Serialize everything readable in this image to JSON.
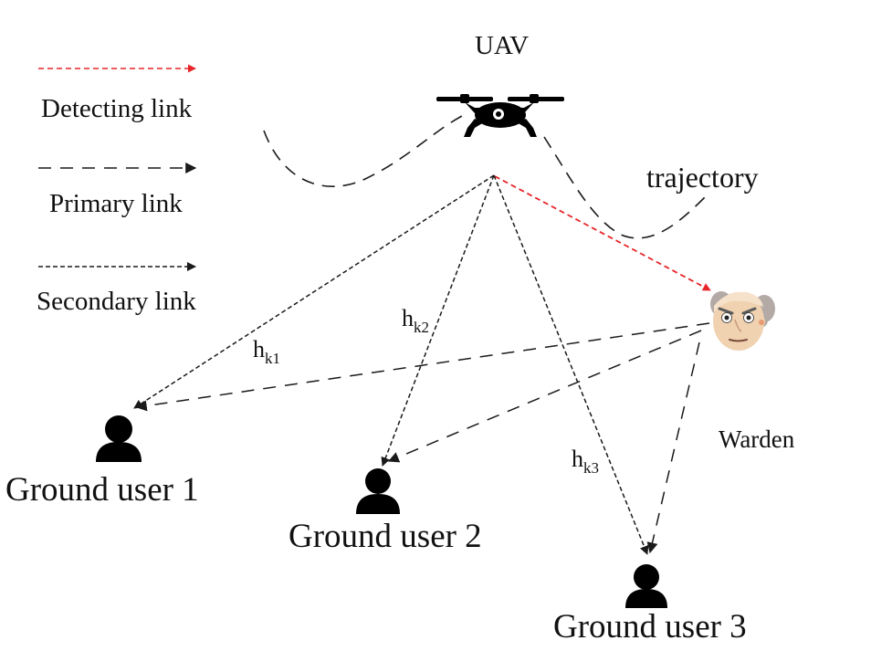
{
  "title": "UAV",
  "legend": {
    "detecting": "Detecting link",
    "primary": "Primary link",
    "secondary": "Secondary link"
  },
  "trajectory_label": "trajectory",
  "warden_label": "Warden",
  "users": [
    {
      "label": "Ground user 1"
    },
    {
      "label": "Ground user 2"
    },
    {
      "label": "Ground user 3"
    }
  ],
  "channels": [
    {
      "symbol": "h",
      "subscript": "k1"
    },
    {
      "symbol": "h",
      "subscript": "k2"
    },
    {
      "symbol": "h",
      "subscript": "k3"
    }
  ],
  "colors": {
    "detecting_link": "#e8252a",
    "primary_link": "#1a1a1a",
    "secondary_link": "#1a1a1a",
    "warden_skin": "#f0d2b0",
    "warden_hair": "#b3aaa6"
  },
  "icons": {
    "uav": "drone-icon",
    "user": "person-icon",
    "warden": "old-man-face-icon"
  }
}
